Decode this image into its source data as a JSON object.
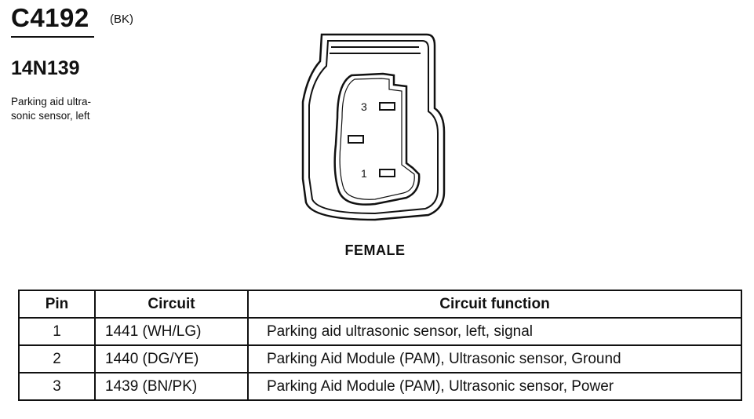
{
  "connector": {
    "id": "C4192",
    "color_code": "(BK)",
    "part_number": "14N139",
    "description_lines": [
      "Parking aid ultra-",
      "sonic sensor, left"
    ],
    "gender": "FEMALE",
    "pin_labels": {
      "top": "3",
      "bottom": "1"
    }
  },
  "table": {
    "headers": [
      "Pin",
      "Circuit",
      "Circuit function"
    ],
    "rows": [
      [
        "1",
        "1441 (WH/LG)",
        "Parking aid ultrasonic sensor, left, signal"
      ],
      [
        "2",
        "1440 (DG/YE)",
        "Parking Aid Module (PAM), Ultrasonic sensor, Ground"
      ],
      [
        "3",
        "1439 (BN/PK)",
        "Parking Aid Module (PAM), Ultrasonic sensor, Power"
      ]
    ]
  }
}
